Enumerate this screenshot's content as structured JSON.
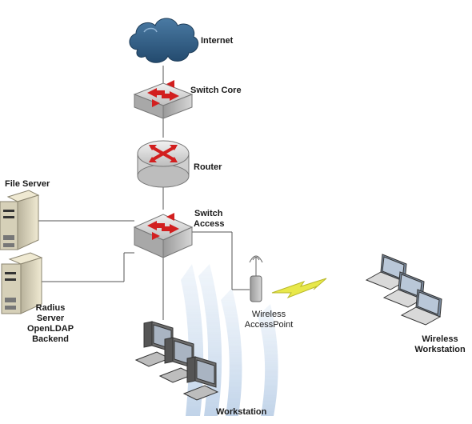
{
  "labels": {
    "internet": "Internet",
    "switch_core": "Switch Core",
    "router": "Router",
    "switch_access_1": "Switch",
    "switch_access_2": "Access",
    "file_server": "File Server",
    "radius_1": "Radius",
    "radius_2": "Server",
    "radius_3": "OpenLDAP",
    "radius_4": "Backend",
    "ap_1": "Wireless",
    "ap_2": "AccessPoint",
    "wireless_ws_1": "Wireless",
    "wireless_ws_2": "Workstation",
    "workstation": "Workstation"
  },
  "colors": {
    "cloud": "#2f5f86",
    "switch_top": "#c8c8c8",
    "arrow": "#d21f1f",
    "router_body": "#e4e4e4",
    "ap_signal": "#e8e84a",
    "watermark": "#3a74b8",
    "line": "#444444"
  }
}
